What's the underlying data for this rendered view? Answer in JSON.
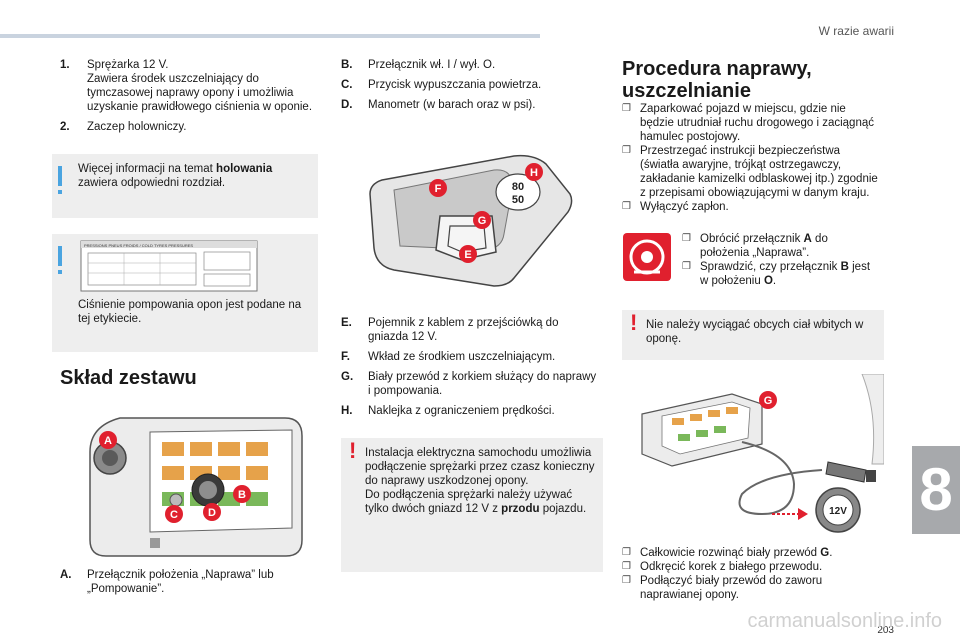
{
  "header": {
    "section_title": "W razie awarii"
  },
  "chapter_number": "8",
  "page_number": "203",
  "watermark": "carmanualsonline.info",
  "left_column": {
    "items": [
      {
        "key": "1.",
        "text": "Sprężarka 12 V.\nZawiera środek uszczelniający do tymczasowej naprawy opony i umożliwia uzyskanie prawidłowego ciśnienia w oponie."
      },
      {
        "key": "2.",
        "text": "Zaczep holowniczy."
      }
    ],
    "info_towing": {
      "prefix": "Więcej informacji na temat ",
      "bold": "holowania",
      "suffix": " zawiera odpowiedni rozdział."
    },
    "info_pressure_label": {
      "caption": "Ciśnienie pompowania opon jest podane na tej etykiecie.",
      "label_title": "PRESSIONS PNEUS FROIDS / COLD TYRES PRESSURES"
    },
    "kit_heading": "Skład zestawu",
    "kit_item_a": {
      "key": "A.",
      "text": "Przełącznik położenia „Naprawa” lub „Pompowanie”."
    }
  },
  "middle_column": {
    "items_top": [
      {
        "key": "B.",
        "text": "Przełącznik wł. I / wył. O."
      },
      {
        "key": "C.",
        "text": "Przycisk wypuszczania powietrza."
      },
      {
        "key": "D.",
        "text": "Manometr (w barach oraz w psi)."
      }
    ],
    "items_bottom": [
      {
        "key": "E.",
        "text": "Pojemnik z kablem z przejściówką do gniazda 12 V."
      },
      {
        "key": "F.",
        "text": "Wkład ze środkiem uszczelniającym."
      },
      {
        "key": "G.",
        "text": "Biały przewód z korkiem służący do naprawy i pompowania."
      },
      {
        "key": "H.",
        "text": "Naklejka z ograniczeniem prędkości."
      }
    ],
    "warning": {
      "prefix": "Instalacja elektryczna samochodu umożliwia podłączenie sprężarki przez czasz konieczny do naprawy uszkodzonej opony.\nDo podłączenia sprężarki należy używać tylko dwóch gniazd 12 V z ",
      "bold": "przodu",
      "suffix": " pojazdu."
    },
    "speed_sticker": {
      "top": "80",
      "bottom": "50"
    }
  },
  "right_column": {
    "heading": "Procedura naprawy, uszczelnianie",
    "steps": [
      "Zaparkować pojazd w miejscu, gdzie nie będzie utrudniał ruchu drogowego i zaciągnąć hamulec postojowy.",
      "Przestrzegać instrukcji bezpieczeństwa (światła awaryjne, trójkąt ostrzegawczy, zakładanie kamizelki odblaskowej itp.) zgodnie z przepisami obowiązującymi w danym kraju.",
      "Wyłączyć zapłon."
    ],
    "switch_steps": [
      {
        "prefix": "Obrócić przełącznik ",
        "bold": "A",
        "suffix": " do położenia „Naprawa”."
      },
      {
        "prefix": "Sprawdzić, czy przełącznik ",
        "bold": "B",
        "suffix": " jest w położeniu ",
        "bold2": "O",
        "end": "."
      }
    ],
    "warning_objects": "Nie należy wyciągać obcych ciał wbitych w oponę.",
    "socket_label": "12V",
    "final_steps": [
      {
        "prefix": "Całkowicie rozwinąć biały przewód ",
        "bold": "G",
        "suffix": "."
      },
      {
        "prefix": "Odkręcić korek z białego przewodu.",
        "bold": "",
        "suffix": ""
      },
      {
        "prefix": "Podłączyć biały przewód do zaworu naprawianej opony.",
        "bold": "",
        "suffix": ""
      }
    ]
  },
  "callouts": {
    "a": "A",
    "b": "B",
    "c": "C",
    "d": "D",
    "e": "E",
    "f": "F",
    "g": "G",
    "h": "H"
  },
  "bullet_glyph": "❐",
  "colors": {
    "callout_red": "#e0202e",
    "info_blue": "#4aa4e0",
    "box_gray": "#eeeeee",
    "tab_gray": "#a7a9ac"
  }
}
